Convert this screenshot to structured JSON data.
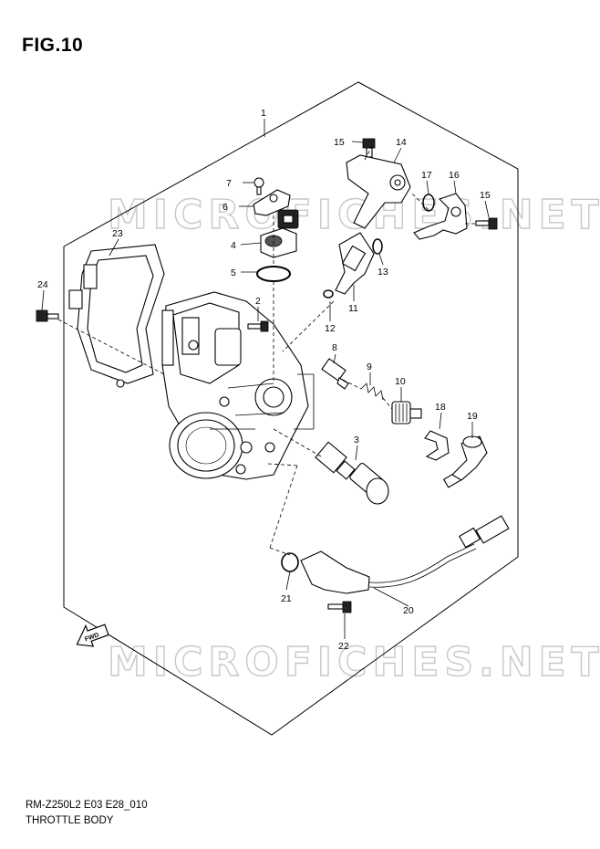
{
  "figure_title": "FIG.10",
  "model_code": "RM-Z250L2 E03 E28_010",
  "caption": "THROTTLE BODY",
  "watermark": "MICROFICHES.NET",
  "fwd_label": "FWD",
  "callouts": [
    "1",
    "2",
    "3",
    "4",
    "5",
    "6",
    "7",
    "8",
    "9",
    "10",
    "11",
    "12",
    "13",
    "14",
    "15",
    "15",
    "16",
    "17",
    "18",
    "19",
    "20",
    "21",
    "22",
    "23",
    "24"
  ]
}
